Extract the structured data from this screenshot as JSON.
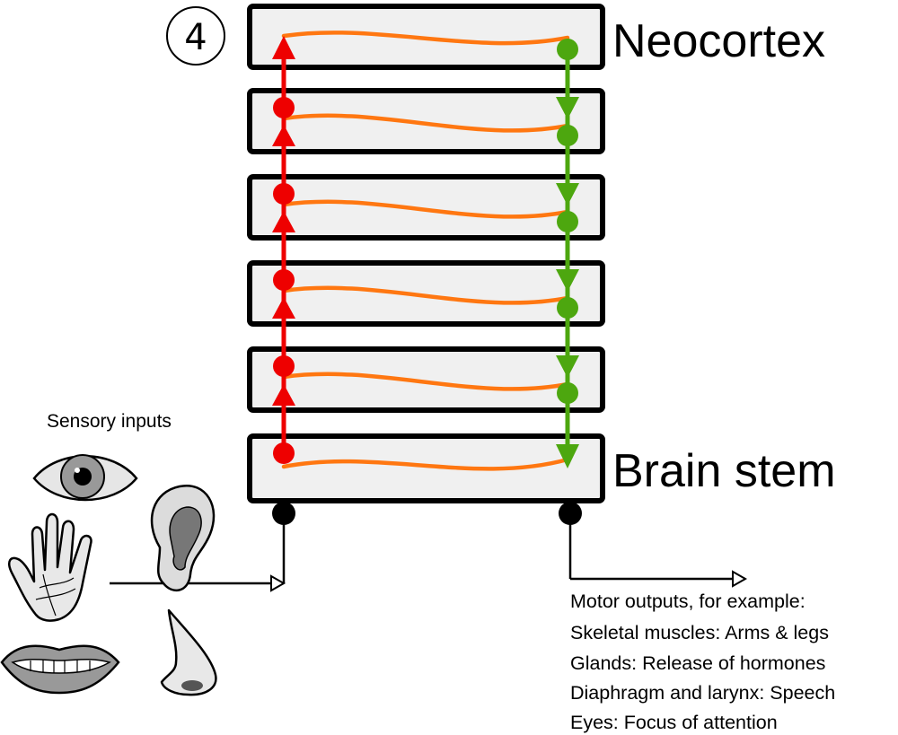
{
  "step_number": "4",
  "labels": {
    "top": "Neocortex",
    "bottom": "Brain stem",
    "sensory": "Sensory inputs"
  },
  "motor_outputs": [
    "Motor outputs, for example:",
    "Skeletal muscles: Arms & legs",
    "Glands: Release of hormones",
    "Diaphragm and larynx: Speech",
    "Eyes: Focus of attention"
  ],
  "sense_icons": [
    "eye-icon",
    "ear-icon",
    "hand-icon",
    "nose-icon",
    "mouth-icon"
  ],
  "colors": {
    "ascending": "#ee0000",
    "descending": "#4da70f",
    "connection": "#ff7711",
    "layer_fill": "#f0f0f0",
    "outline": "#000000"
  },
  "layer_count": 6
}
